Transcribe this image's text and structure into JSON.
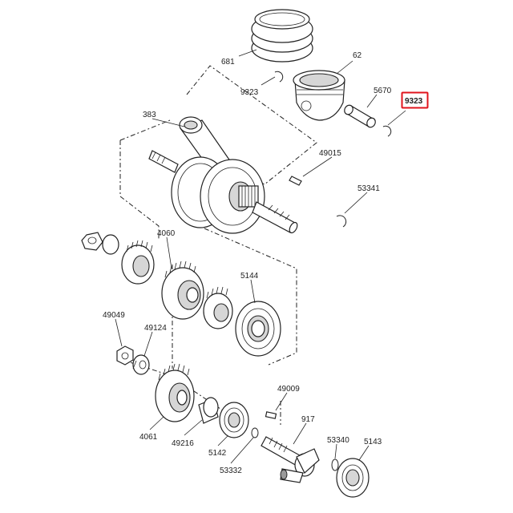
{
  "diagram": {
    "highlight_color": "#e0141c",
    "labels": {
      "p681": "681",
      "p62": "62",
      "p9323_left": "9323",
      "p5670": "5670",
      "p9323_right": "9323",
      "p383": "383",
      "p49015": "49015",
      "p53341": "53341",
      "p4060": "4060",
      "p5144": "5144",
      "p49049": "49049",
      "p49124": "49124",
      "p49009": "49009",
      "p917": "917",
      "p53340": "53340",
      "p5143": "5143",
      "p4061": "4061",
      "p49216": "49216",
      "p5142": "5142",
      "p53332": "53332"
    }
  }
}
